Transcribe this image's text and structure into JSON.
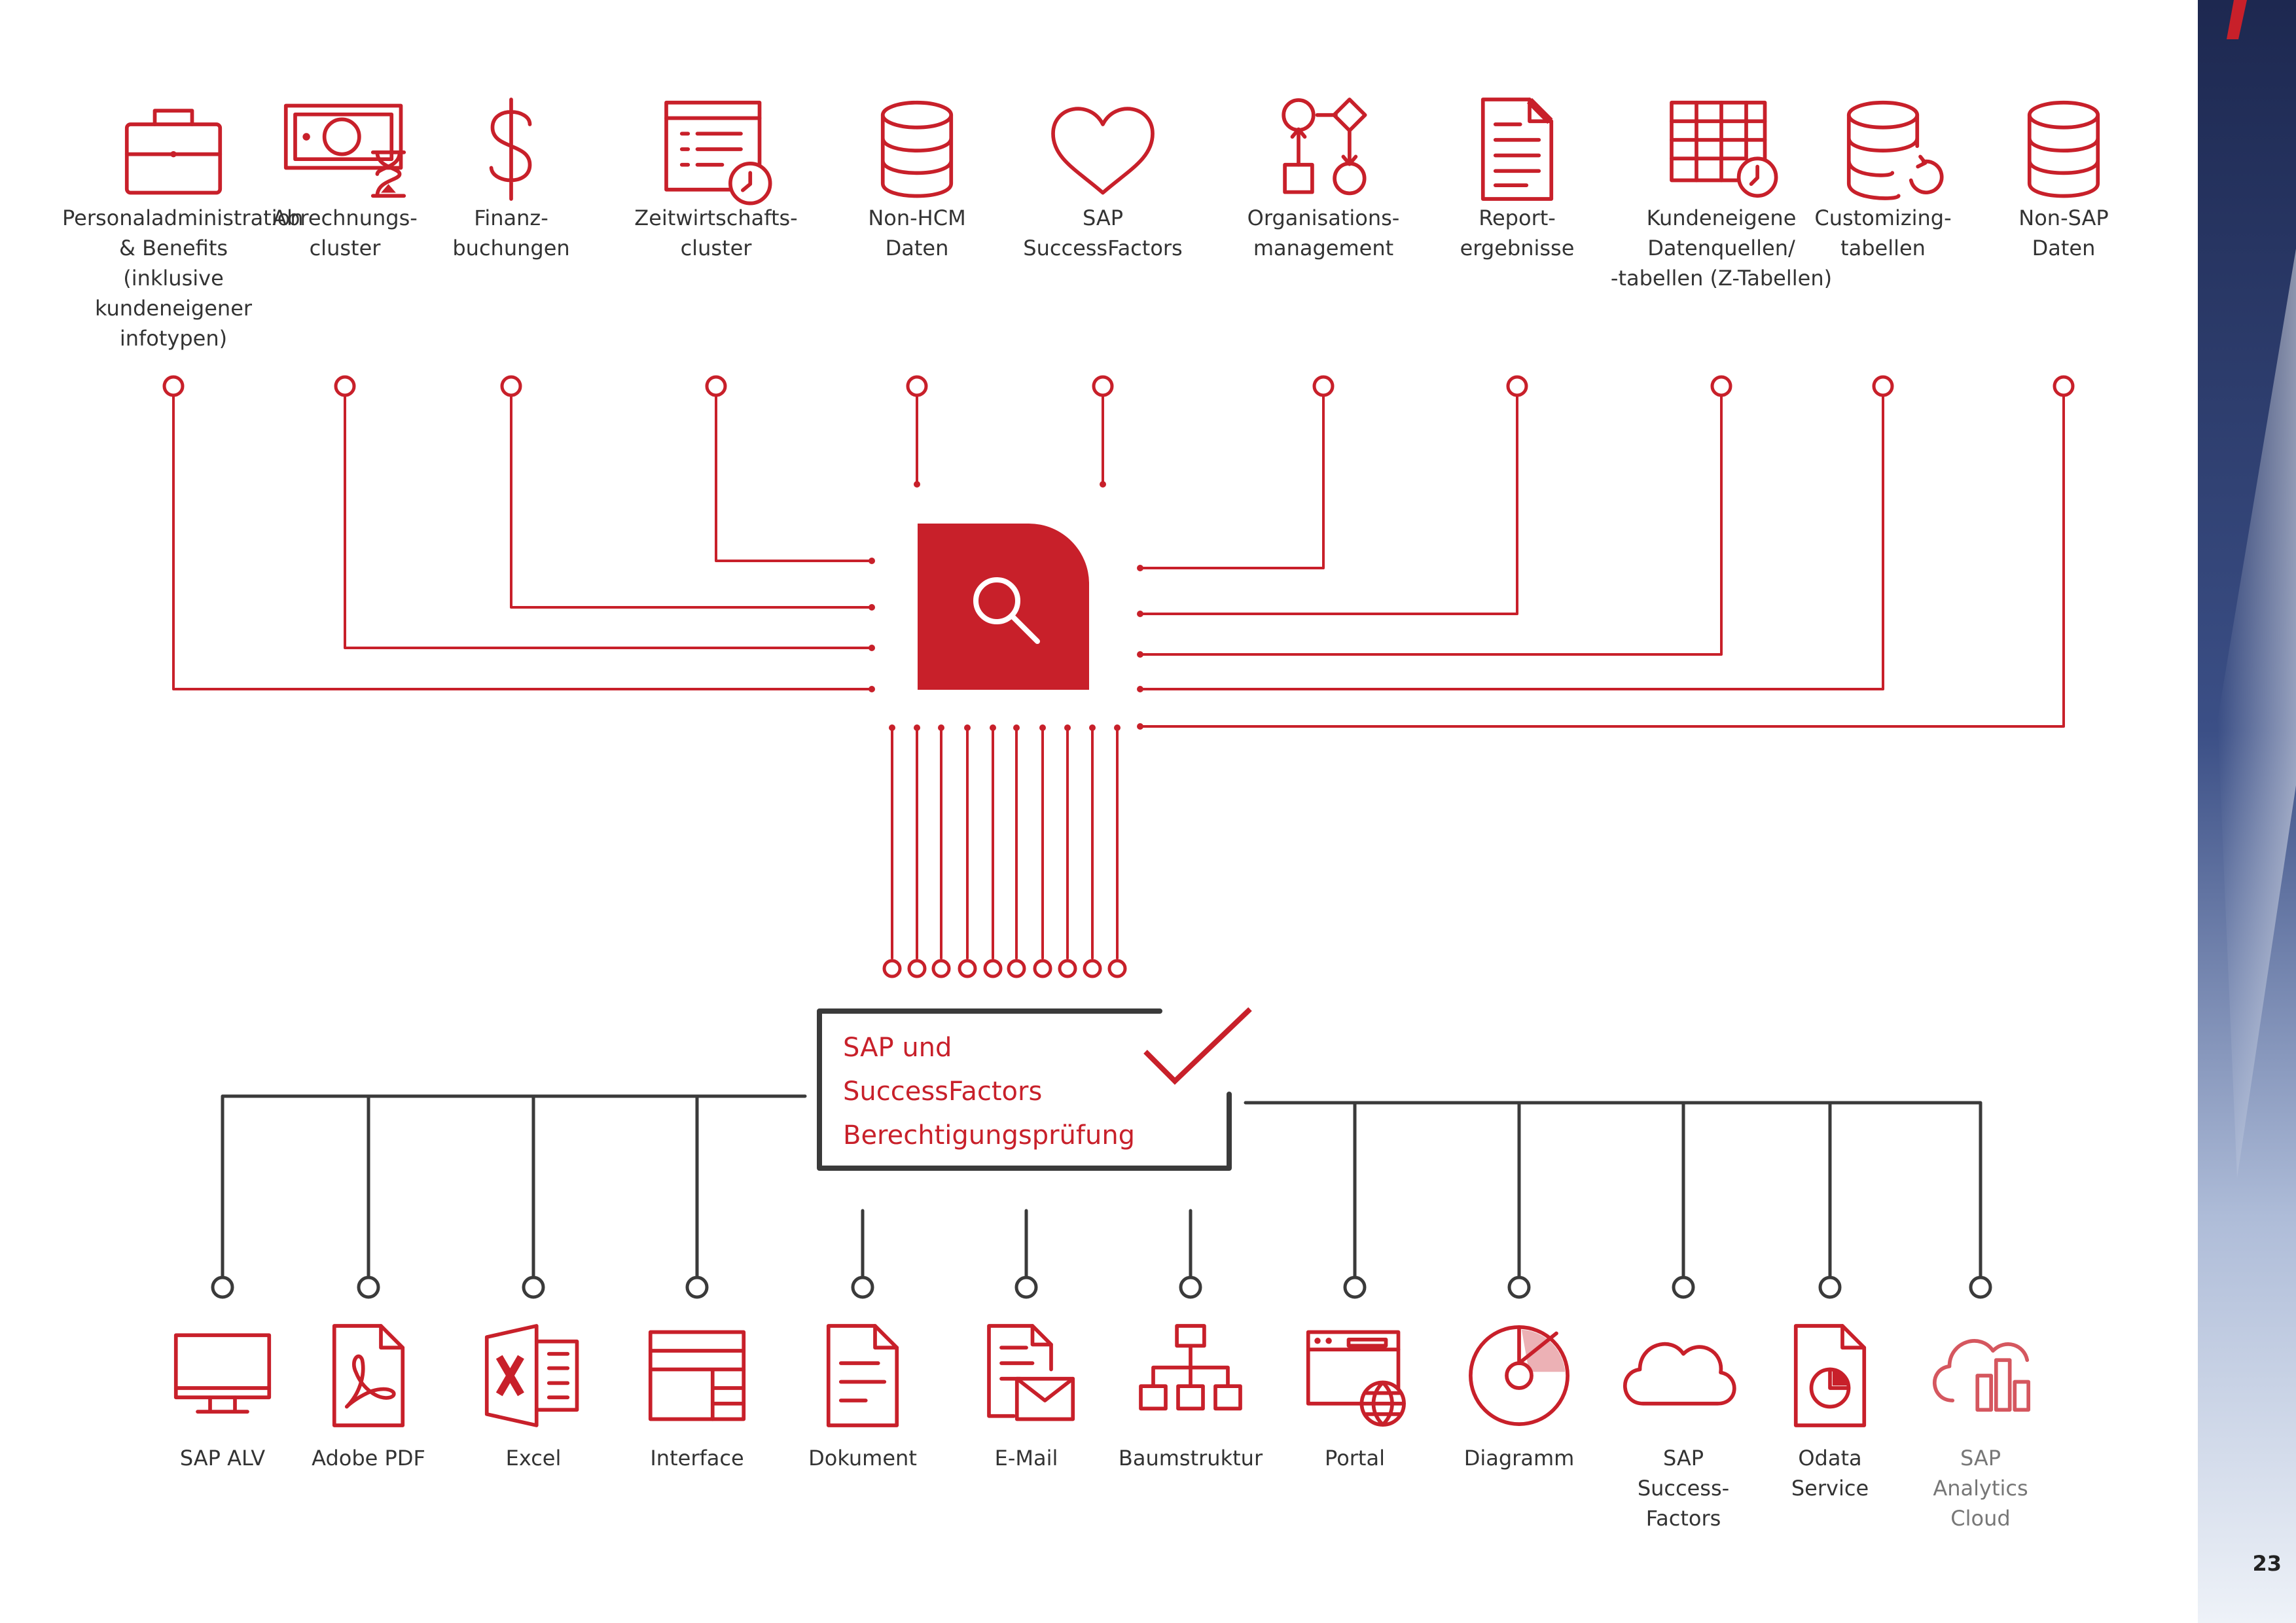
{
  "colors": {
    "accent": "#c8202a",
    "connector_dark": "#3a3a3a",
    "text": "#333333",
    "muted_text": "#777777"
  },
  "sources": [
    {
      "label": "Personaladministration\n& Benefits\n(inklusive\nkundeneigener\ninfotypen)",
      "icon": "briefcase-icon"
    },
    {
      "label": "Abrechnungs-\ncluster",
      "icon": "banknote-hourglass-icon"
    },
    {
      "label": "Finanz-\nbuchungen",
      "icon": "dollar-icon"
    },
    {
      "label": "Zeitwirtschafts-\ncluster",
      "icon": "timesheet-clock-icon"
    },
    {
      "label": "Non-HCM\nDaten",
      "icon": "database-icon"
    },
    {
      "label": "SAP\nSuccessFactors",
      "icon": "heart-icon"
    },
    {
      "label": "Organisations-\nmanagement",
      "icon": "org-flow-icon"
    },
    {
      "label": "Report-\nergebnisse",
      "icon": "report-document-icon"
    },
    {
      "label": "Kundeneigene\nDatenquellen/\n-tabellen (Z-Tabellen)",
      "icon": "table-clock-icon"
    },
    {
      "label": "Customizing-\ntabellen",
      "icon": "database-refresh-icon"
    },
    {
      "label": "Non-SAP\nDaten",
      "icon": "database-icon"
    }
  ],
  "center": {
    "icon": "search-icon"
  },
  "check": {
    "text": "SAP und\nSuccessFactors\nBerechtigungsprüfung",
    "icon": "checkmark-icon"
  },
  "outputs": [
    {
      "label": "SAP ALV",
      "icon": "monitor-icon"
    },
    {
      "label": "Adobe PDF",
      "icon": "pdf-file-icon"
    },
    {
      "label": "Excel",
      "icon": "excel-icon"
    },
    {
      "label": "Interface",
      "icon": "interface-layout-icon"
    },
    {
      "label": "Dokument",
      "icon": "document-icon"
    },
    {
      "label": "E-Mail",
      "icon": "email-document-icon"
    },
    {
      "label": "Baumstruktur",
      "icon": "tree-structure-icon"
    },
    {
      "label": "Portal",
      "icon": "portal-globe-icon"
    },
    {
      "label": "Diagramm",
      "icon": "pie-chart-icon"
    },
    {
      "label": "SAP\nSuccess-\nFactors",
      "icon": "cloud-icon"
    },
    {
      "label": "Odata\nService",
      "icon": "odata-file-icon"
    },
    {
      "label": "SAP\nAnalytics\nCloud",
      "icon": "cloud-analytics-icon"
    }
  ],
  "page_number": "23"
}
